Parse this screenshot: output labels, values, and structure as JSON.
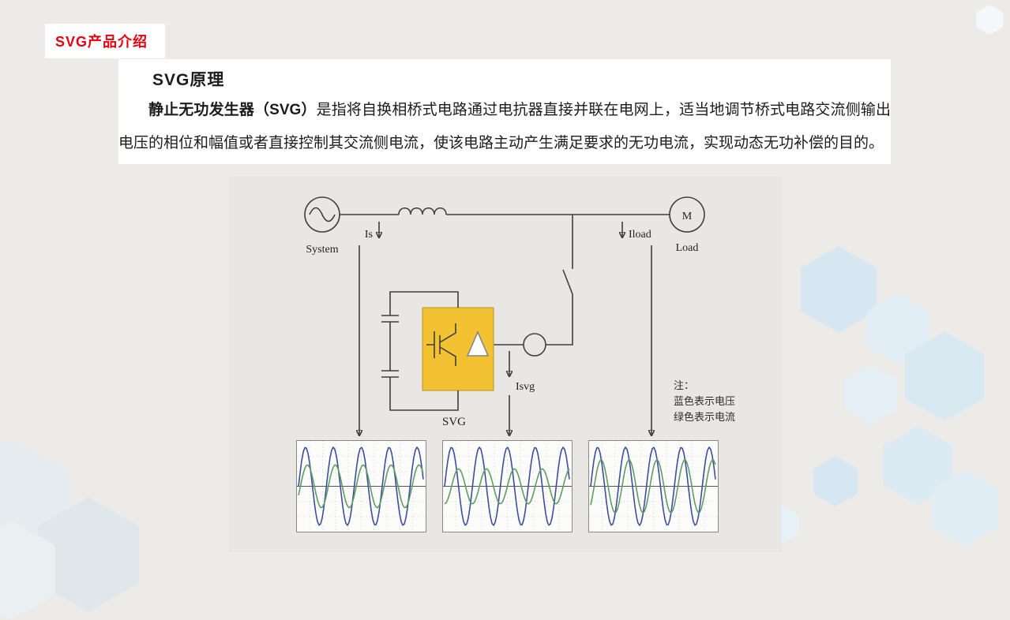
{
  "slide": {
    "corner_label": "SVG产品介绍"
  },
  "panel": {
    "title": "SVG原理",
    "paragraph_lead": "静止无功发生器（SVG）",
    "paragraph_rest": "是指将自换相桥式电路通过电抗器直接并联在电网上，适当地调节桥式电路交流侧输出电压的相位和幅值或者直接控制其交流侧电流，使该电路主动产生满足要求的无功电流，实现动态无功补偿的目的。"
  },
  "diagram": {
    "labels": {
      "system": "System",
      "is": "Is",
      "iload": "Iload",
      "load": "Load",
      "motor": "M",
      "svg": "SVG",
      "isvg": "Isvg"
    },
    "note": {
      "heading": "注：",
      "line1": "蓝色表示电压",
      "line2": "绿色表示电流"
    }
  },
  "theme": {
    "accent_red": "#e60012",
    "converter_fill": "#f2c233",
    "converter_stroke": "#b8922a",
    "voltage_blue": "#3f4da0",
    "current_green": "#5f9e63",
    "page_background": "#edebe8"
  },
  "chart_data": [
    {
      "type": "line",
      "id": "system-side-waveform",
      "cycles_shown": 4.5,
      "grid": true,
      "series": [
        {
          "name": "电压",
          "color": "#3f4da0",
          "relative_amplitude": 1.0,
          "phase_deg": 0
        },
        {
          "name": "电流",
          "color": "#5f9e63",
          "relative_amplitude": 0.55,
          "phase_deg": -25
        }
      ]
    },
    {
      "type": "line",
      "id": "svg-output-waveform",
      "cycles_shown": 4.5,
      "grid": true,
      "series": [
        {
          "name": "电压",
          "color": "#3f4da0",
          "relative_amplitude": 1.0,
          "phase_deg": 0
        },
        {
          "name": "电流",
          "color": "#5f9e63",
          "relative_amplitude": 0.45,
          "phase_deg": -90
        }
      ]
    },
    {
      "type": "line",
      "id": "load-side-waveform",
      "cycles_shown": 4.5,
      "grid": true,
      "series": [
        {
          "name": "电压",
          "color": "#3f4da0",
          "relative_amplitude": 1.0,
          "phase_deg": 0
        },
        {
          "name": "电流",
          "color": "#5f9e63",
          "relative_amplitude": 0.68,
          "phase_deg": -45
        }
      ]
    }
  ]
}
